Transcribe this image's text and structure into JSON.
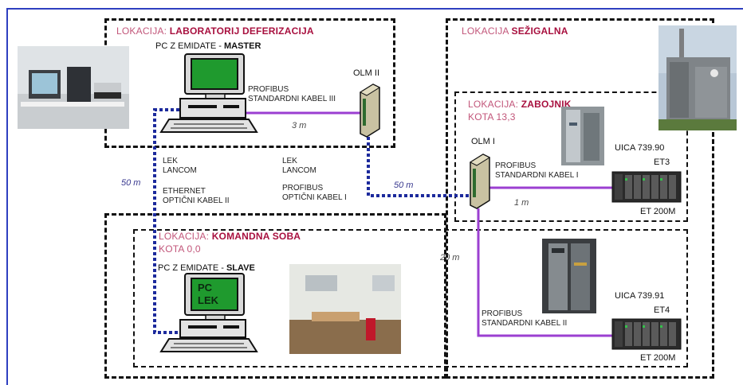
{
  "lokacija_prefix": "LOKACIJA: ",
  "locations": {
    "lab": "LABORATORIJ DEFERIZACIJA",
    "sezigalna_prefix": "LOKACIJA ",
    "sezigalna": "SEŽIGALNA",
    "zabojnik": "ZABOJNIK",
    "zabojnik_kota": "KOTA 13,3",
    "komandna": "KOMANDNA SOBA",
    "komandna_kota": "KOTA 0,0"
  },
  "pcs": {
    "master_prefix": "PC Z EMIDATE - ",
    "master": "MASTER",
    "slave_prefix": "PC Z EMIDATE - ",
    "slave": "SLAVE",
    "slave_screen": [
      "PC",
      "LEK"
    ]
  },
  "olm": {
    "olm2": "OLM II",
    "olm1": "OLM I"
  },
  "cables": {
    "profibus_iii": [
      "PROFIBUS",
      "STANDARDNI KABEL III"
    ],
    "profibus_i_std": [
      "PROFIBUS",
      "STANDARDNI KABEL I"
    ],
    "profibus_ii_std": [
      "PROFIBUS",
      "STANDARDNI KABEL II"
    ],
    "lek_lancom_left": [
      "LEK",
      "LANCOM"
    ],
    "ethernet": [
      "ETHERNET",
      "OPTIČNI KABEL II"
    ],
    "lek_lancom_mid": [
      "LEK",
      "LANCOM"
    ],
    "profibus_opt": [
      "PROFIBUS",
      "OPTIČNI KABEL I"
    ]
  },
  "distances": {
    "d_3m": "3 m",
    "d_50m_left": "50 m",
    "d_50m_mid": "50 m",
    "d_1m": "1 m",
    "d_20m": "20 m"
  },
  "devices": {
    "uica1": "UICA 739.90",
    "et3": "ET3",
    "et200_1": "ET 200M",
    "uica2": "UICA 739.91",
    "et4": "ET4",
    "et200_2": "ET 200M"
  },
  "colors": {
    "frame": "#2e3fc0",
    "location_name": "#a8103f",
    "location_prefix": "#c2567a",
    "profibus_copper": "#9b3fd1",
    "optical_fiber": "#1c2a9c"
  },
  "icons": {
    "pc": "desktop-computer-icon",
    "olm": "optical-link-module-icon",
    "plc": "plc-rack-icon"
  }
}
